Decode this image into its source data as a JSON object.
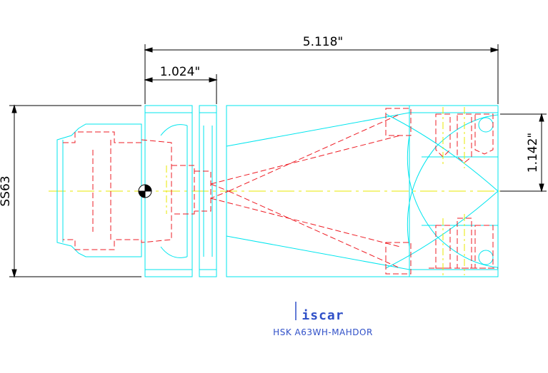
{
  "dimensions": {
    "overall_length": "5.118\"",
    "flange_length": "1.024\"",
    "offset_height": "1.142\"",
    "shank_size": "SS63"
  },
  "brand": {
    "logo_text": "iscar"
  },
  "caption": "HSK A63WH-MAHDOR",
  "colors": {
    "background": "#ffffff",
    "outline": "#00e5ee",
    "hidden_lines": "#ee1c24",
    "center_lines": "#e8e800",
    "dimension_lines": "#000000",
    "brand": "#3050c8"
  }
}
